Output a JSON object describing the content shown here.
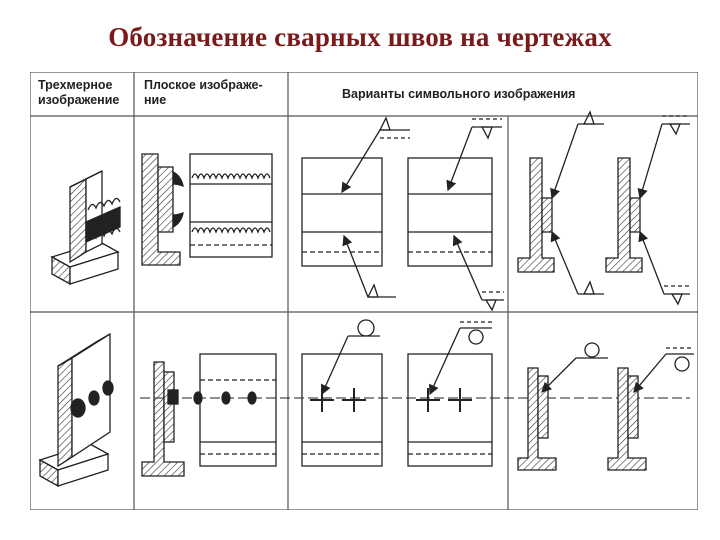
{
  "title": "Обозначение сварных швов на чертежах",
  "table": {
    "headers": {
      "col1": "Трехмерное изображение",
      "col2_line1": "Плоское изображе-",
      "col2_line2": "ние",
      "col3": "Варианты символьного изображения"
    },
    "rows": [
      {
        "name": "seam-row-continuous"
      },
      {
        "name": "spot-row"
      }
    ]
  },
  "colors": {
    "title": "#7a1a1a",
    "lines": "#222222"
  }
}
